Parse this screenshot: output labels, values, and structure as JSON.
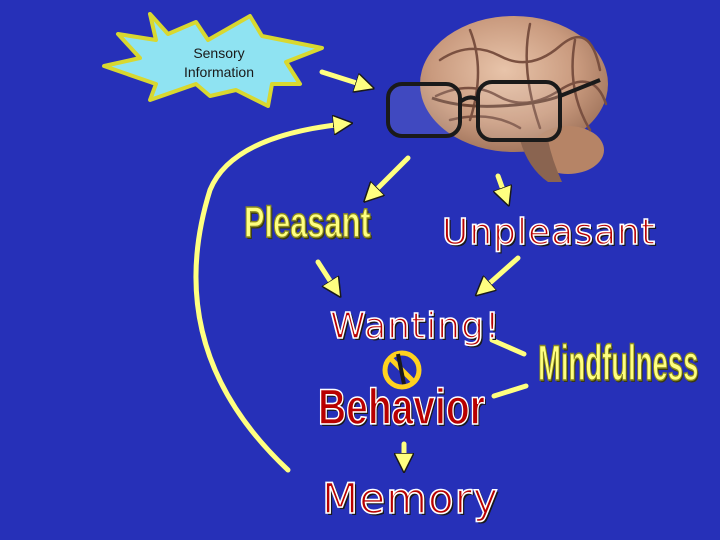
{
  "sensory": {
    "line1": "Sensory",
    "line2": "Information"
  },
  "labels": {
    "pleasant": "Pleasant",
    "unpleasant": "Unpleasant",
    "wanting": "Wanting!",
    "mindfulness": "Mindfulness",
    "behavior": "Behavior",
    "memory": "Memory"
  },
  "colors": {
    "background": "#2630b8",
    "arrow": "#ffff80",
    "burst": "#8fe3f2",
    "red_text": "#b80000",
    "yellow_text": "#ffff80",
    "no_symbol": "#ffd21f"
  },
  "icons": [
    "sensory-burst",
    "brain-with-glasses-icon",
    "no-symbol-icon"
  ]
}
